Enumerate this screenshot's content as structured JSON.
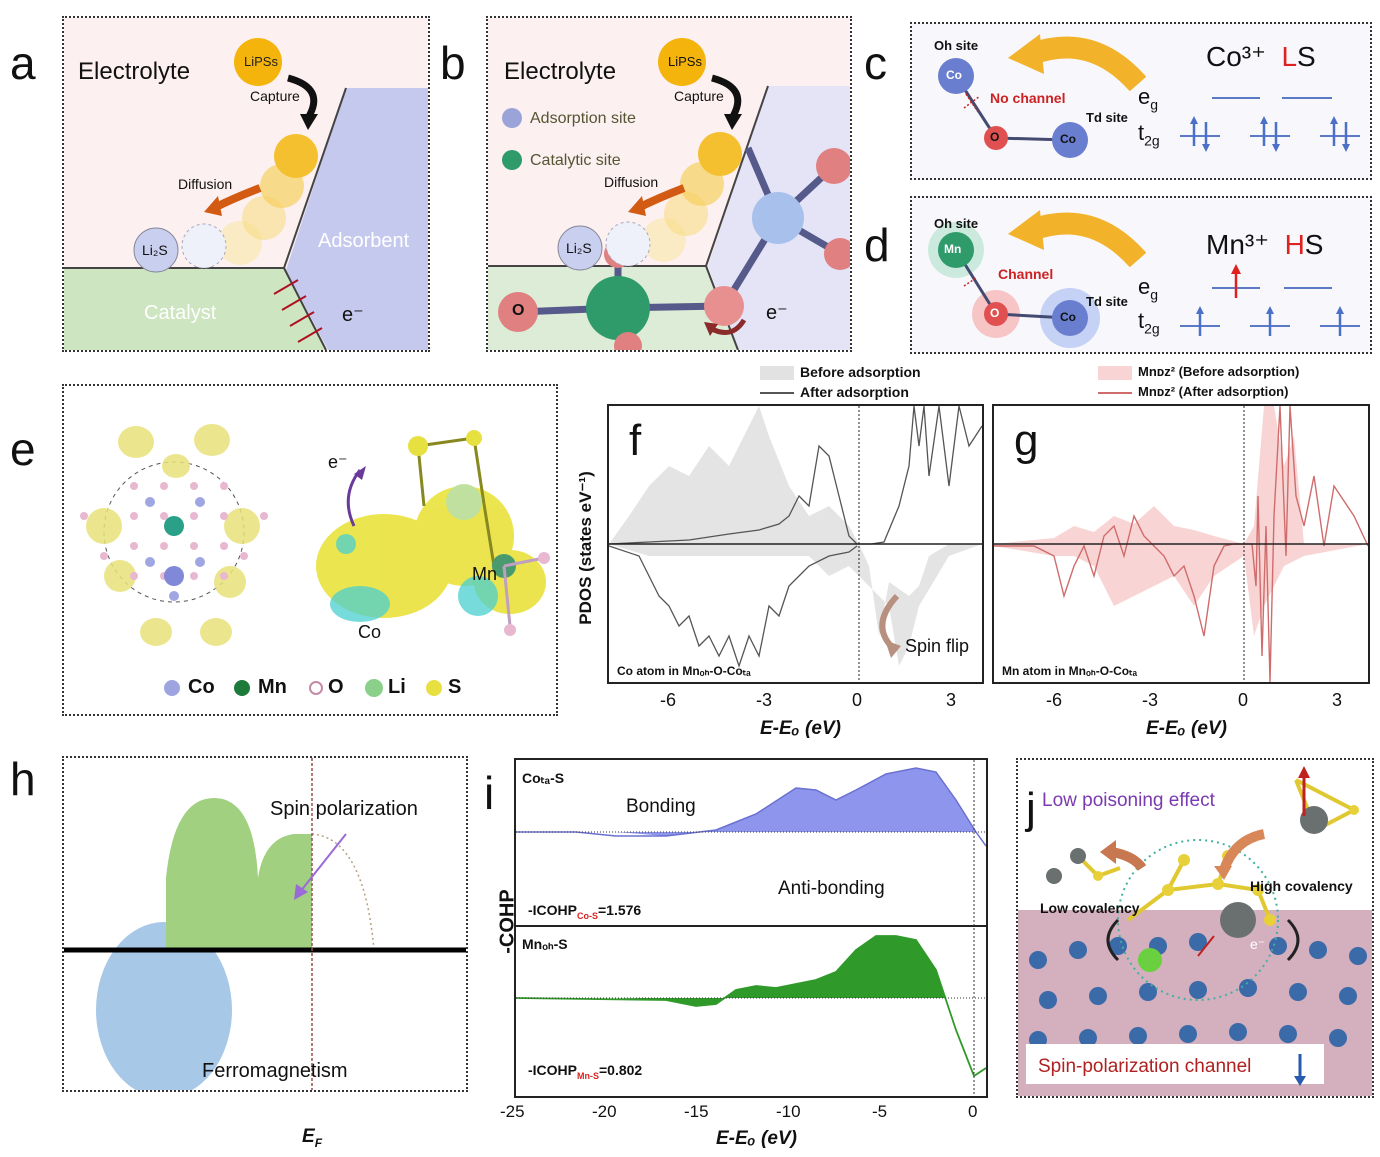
{
  "panels": {
    "a": {
      "letter": "a",
      "electrolyte": "Electrolyte",
      "lipss": "LiPSs",
      "capture": "Capture",
      "diffusion": "Diffusion",
      "li2s": "Li₂S",
      "adsorbent": "Adsorbent",
      "catalyst": "Catalyst",
      "electron": "e⁻"
    },
    "b": {
      "letter": "b",
      "electrolyte": "Electrolyte",
      "lipss": "LiPSs",
      "capture": "Capture",
      "adsorption_site": "Adsorption site",
      "catalytic_site": "Catalytic site",
      "diffusion": "Diffusion",
      "li2s": "Li₂S",
      "o_atom": "O",
      "electron": "e⁻"
    },
    "c": {
      "letter": "c",
      "oh_site": "Oh site",
      "td_site": "Td site",
      "co1": "Co",
      "co2": "Co",
      "o": "O",
      "channel": "No channel",
      "ion": "Co³⁺",
      "spin_red": "L",
      "spin_rest": "S",
      "eg": "e",
      "eg_sub": "g",
      "t2g": "t",
      "t2g_sub": "2g"
    },
    "d": {
      "letter": "d",
      "oh_site": "Oh site",
      "td_site": "Td site",
      "mn": "Mn",
      "co": "Co",
      "o": "O",
      "channel": "Channel",
      "ion": "Mn³⁺",
      "spin_red": "H",
      "spin_rest": "S",
      "eg": "e",
      "eg_sub": "g",
      "t2g": "t",
      "t2g_sub": "2g"
    },
    "e": {
      "letter": "e",
      "electron": "e⁻",
      "co": "Co",
      "mn": "Mn",
      "legend": [
        "Co",
        "Mn",
        "O",
        "Li",
        "S"
      ]
    },
    "fg_legend": {
      "before": "Before adsorption",
      "after": "After adsorption",
      "mn_before": "Mnᴅᴢ² (Before adsorption)",
      "mn_after": "Mnᴅᴢ² (After adsorption)"
    },
    "f": {
      "letter": "f",
      "ylabel": "PDOS (states eV⁻¹)",
      "xlabel": "E-Eₒ (eV)",
      "xticks": [
        "-6",
        "-3",
        "0",
        "3"
      ],
      "note": "Co atom in Mnₒₕ-O-Coₜₐ",
      "spin_flip": "Spin flip"
    },
    "g": {
      "letter": "g",
      "xlabel": "E-Eₒ (eV)",
      "xticks": [
        "-6",
        "-3",
        "0",
        "3"
      ],
      "note": "Mn atom in Mnₒₕ-O-Coₜₐ"
    },
    "h": {
      "letter": "h",
      "spin_polarization": "Spin polarization",
      "ferromagnetism": "Ferromagnetism",
      "ef": "E",
      "ef_sub": "F"
    },
    "i": {
      "letter": "i",
      "ylabel": "-COHP",
      "top_title": "Coₜₐ-S",
      "bonding": "Bonding",
      "antibonding": "Anti-bonding",
      "top_icohp": "-ICOHP",
      "top_icohp_sub": "Co-S",
      "top_icohp_val": "=1.576",
      "bottom_title": "Mnₒₕ-S",
      "bottom_icohp": "-ICOHP",
      "bottom_icohp_sub": "Mn-S",
      "bottom_icohp_val": "=0.802",
      "xlabel": "E-Eₒ (eV)",
      "xticks": [
        "-25",
        "-20",
        "-15",
        "-10",
        "-5",
        "0"
      ]
    },
    "j": {
      "letter": "j",
      "low_poisoning": "Low poisoning effect",
      "high_covalency": "High covalency",
      "low_covalency": "Low covalency",
      "electron": "e⁻",
      "channel": "Spin-polarization channel"
    }
  },
  "colors": {
    "pink_bg": "#fcf0f1",
    "blue_bg": "#c5c9ee",
    "green_bg": "#cde6c1",
    "orange": "#e06a1a",
    "red": "#c0262c",
    "cohp_blue": "#8e95ec",
    "cohp_green": "#2f9a2a",
    "pdos_red": "#d06c6c",
    "pdos_gray": "#e2e2e2"
  }
}
